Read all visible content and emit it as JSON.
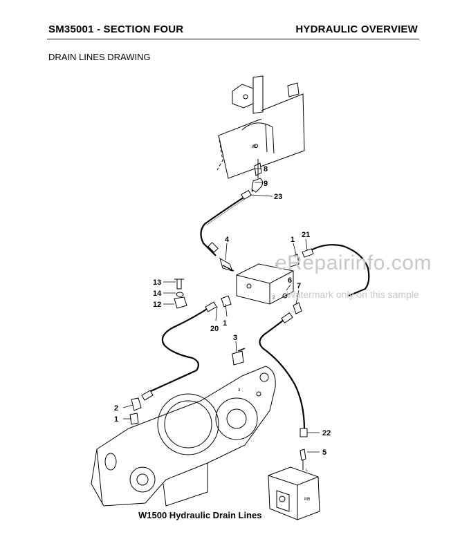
{
  "header": {
    "left": "SM35001 - SECTION FOUR",
    "right": "HYDRAULIC OVERVIEW"
  },
  "subtitle": "DRAIN LINES DRAWING",
  "caption": "W1500 Hydraulic Drain Lines",
  "watermark": {
    "main": "eRepairinfo.com",
    "sub": "Watermark only on this sample"
  },
  "callouts": {
    "c8": "8",
    "c9": "9",
    "c23": "23",
    "c4": "4",
    "c1a": "1",
    "c21": "21",
    "c6": "6",
    "c7": "7",
    "c13": "13",
    "c14": "14",
    "c12": "12",
    "c20": "20",
    "c1b": "1",
    "c3": "3",
    "c2": "2",
    "c1c": "1",
    "c22": "22",
    "c5": "5"
  },
  "stamps": {
    "s81": "81",
    "s3a": "3",
    "s3b": "3",
    "s2": "2",
    "sL": "L",
    "sM5": "M5"
  }
}
